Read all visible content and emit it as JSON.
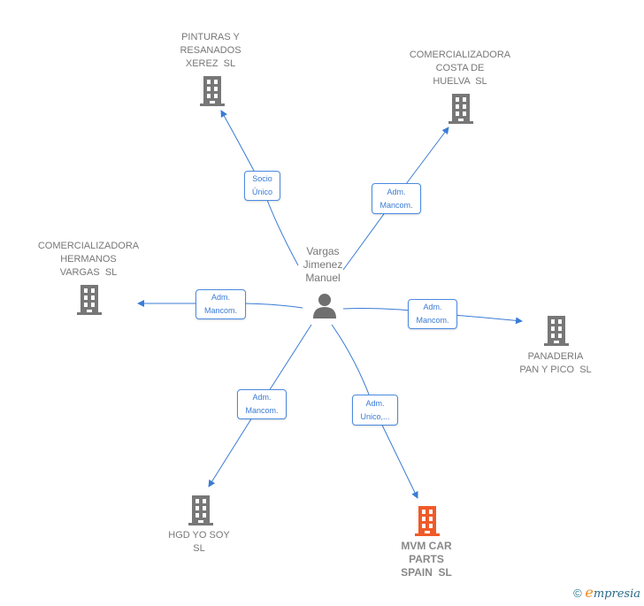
{
  "person": {
    "name": "Vargas\nJimenez\nManuel"
  },
  "companies": [
    {
      "name": "PINTURAS Y\nRESANADOS\nXEREZ  SL",
      "color": "#777777"
    },
    {
      "name": "COMERCIALIZADORA\nCOSTA DE\nHUELVA  SL",
      "color": "#777777"
    },
    {
      "name": "COMERCIALIZADORA\nHERMANOS\nVARGAS  SL",
      "color": "#777777"
    },
    {
      "name": "PANADERIA\nPAN Y PICO  SL",
      "color": "#777777"
    },
    {
      "name": "HGD YO SOY\nSL",
      "color": "#777777"
    },
    {
      "name": "MVM CAR\nPARTS\nSPAIN  SL",
      "color": "#f05a28"
    }
  ],
  "edges": [
    {
      "l1": "Socio",
      "l2": "Único"
    },
    {
      "l1": "Adm.",
      "l2": "Mancom."
    },
    {
      "l1": "Adm.",
      "l2": "Mancom."
    },
    {
      "l1": "Adm.",
      "l2": "Mancom."
    },
    {
      "l1": "Adm.",
      "l2": "Mancom."
    },
    {
      "l1": "Adm.",
      "l2": "Unico,..."
    }
  ],
  "brand": {
    "copyright": "©",
    "e": "e",
    "rest": "mpresia"
  },
  "colors": {
    "edge": "#3a7bd5",
    "node": "#777777",
    "highlight": "#f05a28"
  }
}
